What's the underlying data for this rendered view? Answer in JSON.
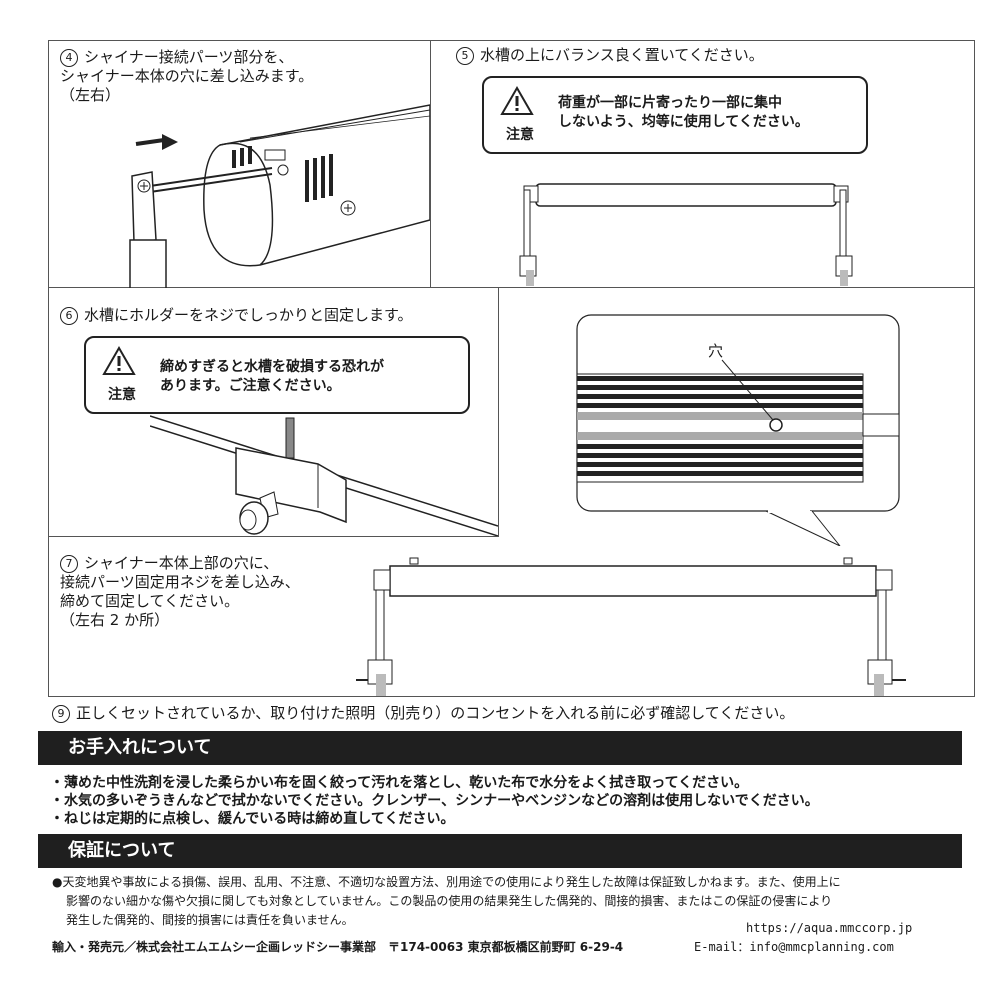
{
  "steps": {
    "step4": {
      "num": "④",
      "text": "シャイナー接続パーツ部分を、\nシャイナー本体の穴に差し込みます。\n（左右）"
    },
    "step5": {
      "num": "⑤",
      "text": "水槽の上にバランス良く置いてください。"
    },
    "step6": {
      "num": "⑥",
      "text": "水槽にホルダーをネジでしっかりと固定します。"
    },
    "step7": {
      "num": "⑦",
      "text": "シャイナー本体上部の穴に、\n接続パーツ固定用ネジを差し込み、\n締めて固定してください。\n（左右 2 か所）"
    },
    "step9": {
      "num": "⑨",
      "text": "正しくセットされているか、取り付けた照明（別売り）のコンセントを入れる前に必ず確認してください。"
    }
  },
  "caution5": {
    "label": "注意",
    "text": "荷重が一部に片寄ったり一部に集中\nしないよう、均等に使用してください。"
  },
  "caution6": {
    "label": "注意",
    "text": "締めすぎると水槽を破損する恐れが\nあります。ご注意ください。"
  },
  "hole_label": "穴",
  "care": {
    "title": "お手入れについて",
    "items": [
      "・薄めた中性洗剤を浸した柔らかい布を固く絞って汚れを落とし、乾いた布で水分をよく拭き取ってください。",
      "・水気の多いぞうきんなどで拭かないでください。クレンザー、シンナーやベンジンなどの溶剤は使用しないでください。",
      "・ねじは定期的に点検し、緩んでいる時は締め直してください。"
    ]
  },
  "warranty": {
    "title": "保証について",
    "lines": [
      "●天変地異や事故による損傷、誤用、乱用、不注意、不適切な設置方法、別用途での使用により発生した故障は保証致しかねます。また、使用上に",
      "影響のない細かな傷や欠損に関しても対象としていません。この製品の使用の結果発生した偶発的、間接的損害、またはこの保証の侵害により",
      "発生した偶発的、間接的損害には責任を負いません。"
    ]
  },
  "footer": {
    "company": "輸入・発売元／株式会社エムエムシー企画レッドシー事業部　〒174-0063 東京都板橋区前野町 6-29-4",
    "url": "https://aqua.mmccorp.jp",
    "email": "E-mail：info@mmcplanning.com"
  }
}
